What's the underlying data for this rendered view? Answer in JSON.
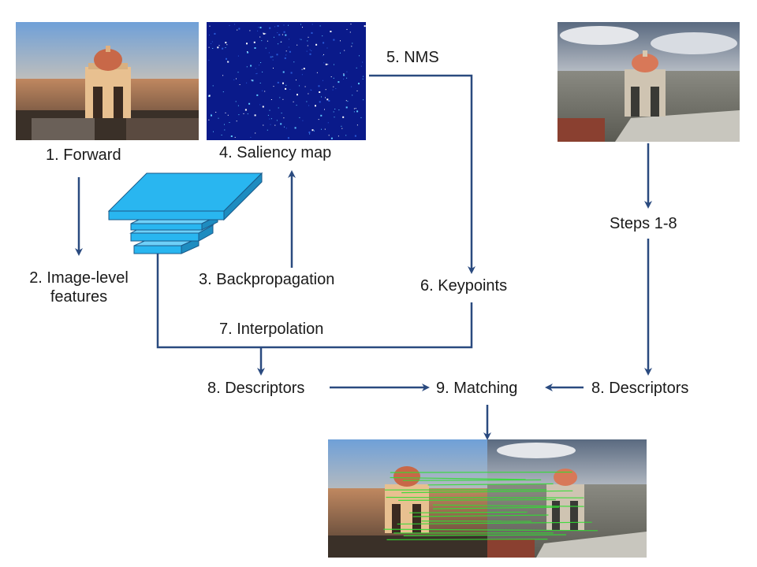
{
  "steps": {
    "forward": "1. Forward",
    "image_features_line1": "2. Image-level",
    "image_features_line2": "features",
    "backprop": "3. Backpropagation",
    "saliency": "4. Saliency map",
    "nms": "5. NMS",
    "keypoints": "6. Keypoints",
    "interpolation": "7. Interpolation",
    "descriptors_left": "8. Descriptors",
    "matching": "9. Matching",
    "descriptors_right": "8. Descriptors",
    "steps_1_8": "Steps 1-8"
  },
  "colors": {
    "arrow": "#2a4a7f",
    "feature_block": "#29b6f0",
    "feature_block_edge": "#1a5a8a",
    "saliency_bg": "#0a1a8a",
    "match_line": "#33dd33"
  },
  "icons": [
    "photo-monument-sunset",
    "saliency-heatmap",
    "photo-monument-cloudy",
    "feature-map-stack",
    "match-visualization"
  ]
}
